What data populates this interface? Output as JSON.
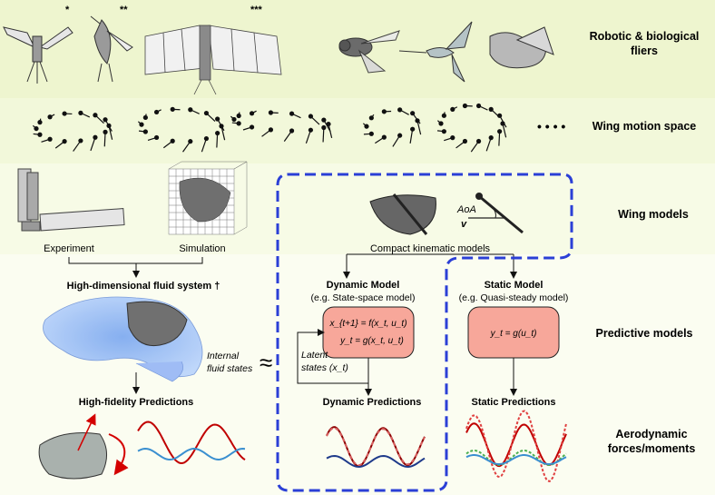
{
  "rows": {
    "fliers": "Robotic & biological fliers",
    "fliers_l1": "Robotic & biological",
    "fliers_l2": "fliers",
    "motion": "Wing motion space",
    "models": "Wing models",
    "predictive": "Predictive models",
    "aero_l1": "Aerodynamic",
    "aero_l2": "forces/moments"
  },
  "markers": {
    "one": "*",
    "two": "**",
    "three": "***",
    "dots": "• • • •"
  },
  "wing": {
    "experiment": "Experiment",
    "simulation": "Simulation",
    "compact": "Compact kinematic models",
    "aoa": "AoA",
    "v": "v"
  },
  "left": {
    "hd_system": "High-dimensional fluid system †",
    "internal_l1": "Internal",
    "internal_l2": "fluid states",
    "approx": "≈",
    "hf_pred": "High-fidelity Predictions"
  },
  "dynamic": {
    "title": "Dynamic Model",
    "subtitle": "(e.g. State-space model)",
    "eq1": "x_{t+1} = f(x_t, u_t)",
    "eq2": "y_t = g(x_t, u_t)",
    "latent_l1": "Latent",
    "latent_l2": "states (x_t)",
    "pred": "Dynamic Predictions"
  },
  "static": {
    "title": "Static Model",
    "subtitle": "(e.g. Quasi-steady model)",
    "eq": "y_t = g(u_t)",
    "pred": "Static Predictions"
  },
  "colors": {
    "band_top": "#f0f6d8",
    "band_mid": "#f7fbe8",
    "band_low": "#fdfff5",
    "dashed": "#2b3fd6",
    "model_box": "#f7a79a",
    "red": "#c00000",
    "blue": "#3a8fd0",
    "green": "#4caf50"
  }
}
